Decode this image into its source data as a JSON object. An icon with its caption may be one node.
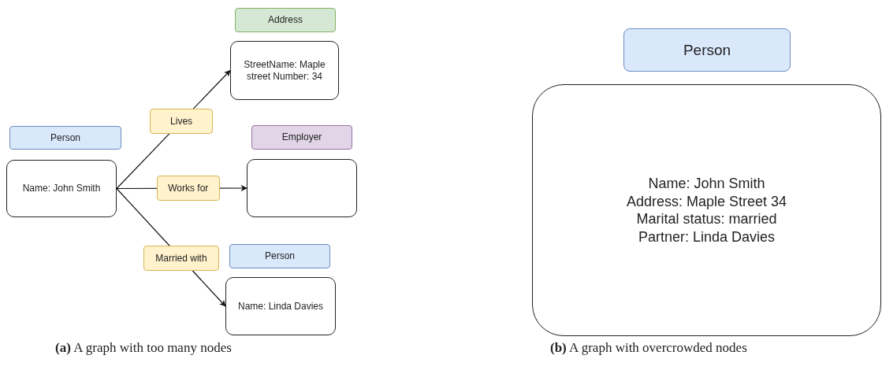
{
  "diagram": {
    "nodes": [
      {
        "text": [
          "Person"
        ]
      },
      {
        "text": [
          "Name: John Smith"
        ]
      },
      {
        "text": [
          "Address"
        ]
      },
      {
        "text": [
          "StreetName: Maple street Number: 34"
        ]
      },
      {
        "text": [
          "Employer"
        ]
      },
      {
        "text": [],
        "shape": "box"
      },
      {
        "text": [
          "Person"
        ]
      },
      {
        "text": [
          "Name: Linda Davies"
        ]
      },
      {
        "text": [
          "Person"
        ]
      },
      {
        "text": [
          "Name: John Smith",
          "Address: Maple Street 34",
          "Marital status: married",
          "Partner: Linda Davies"
        ]
      }
    ],
    "edges": [
      {
        "from": 1,
        "to": 3,
        "arrow": "to",
        "label": "Lives"
      },
      {
        "from": 1,
        "to": 5,
        "arrow": "to",
        "label": "Works for"
      },
      {
        "from": 1,
        "to": 7,
        "arrow": "to",
        "label": "Married with"
      }
    ],
    "labels": [
      "**(a)** A graph with too many nodes",
      "**(b)** A graph with overcrowded nodes"
    ]
  }
}
